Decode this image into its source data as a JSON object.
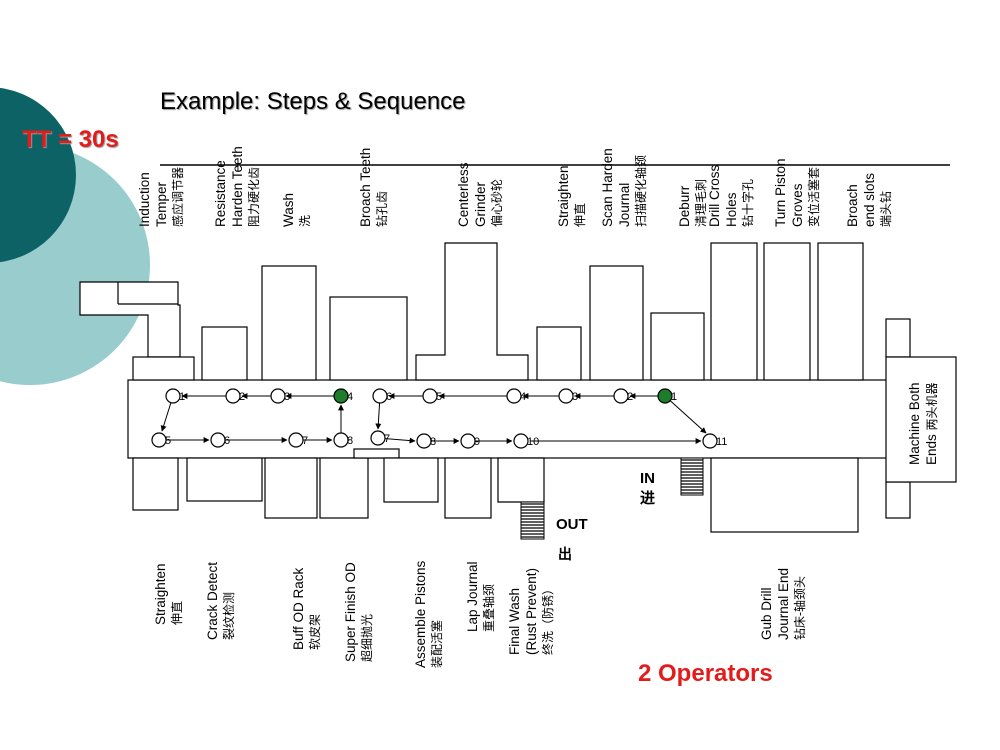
{
  "title": "Example: Steps & Sequence",
  "takt_time": "TT = 30s",
  "operators": "2 Operators",
  "in_label": {
    "en": "IN",
    "zh": "进"
  },
  "out_label": {
    "en": "OUT",
    "zh": "出"
  },
  "top_stations": [
    {
      "lines": [
        "Induction",
        "Temper"
      ],
      "zh": "感应调节器"
    },
    {
      "lines": [
        "Resistance",
        "Harden Teeth"
      ],
      "zh": "阻力硬化齿"
    },
    {
      "lines": [
        "Wash"
      ],
      "zh": "洗"
    },
    {
      "lines": [
        "Broach Teeth"
      ],
      "zh": "钻孔齿"
    },
    {
      "lines": [
        "Centerless",
        "Grinder"
      ],
      "zh": "偏心砂轮"
    },
    {
      "lines": [
        "Straighten"
      ],
      "zh": "伸直"
    },
    {
      "lines": [
        "Scan Harden",
        "Journal"
      ],
      "zh": "扫描硬化轴颈"
    },
    {
      "lines": [
        "Deburr"
      ],
      "zh": "清理毛刺"
    },
    {
      "lines": [
        "Drill Cross",
        "Holes"
      ],
      "zh": "钻十字孔"
    },
    {
      "lines": [
        "Turn Piston",
        "Groves"
      ],
      "zh": "变位活塞套"
    },
    {
      "lines": [
        "Broach",
        "end slots"
      ],
      "zh": "端头钻"
    }
  ],
  "bottom_stations": [
    {
      "lines": [
        "Straighten"
      ],
      "zh": "伸直"
    },
    {
      "lines": [
        "Crack Detect"
      ],
      "zh": "裂纹检测"
    },
    {
      "lines": [
        "Buff OD Rack"
      ],
      "zh": "软皮架"
    },
    {
      "lines": [
        "Super Finish OD"
      ],
      "zh": "超细抛光"
    },
    {
      "lines": [
        "Assemble Pistons"
      ],
      "zh": "装配活塞"
    },
    {
      "lines": [
        "Lap Journal"
      ],
      "zh": "重叠轴颈"
    },
    {
      "lines": [
        "Final Wash",
        "(Rust Prevent)"
      ],
      "zh": "终洗（防锈）"
    },
    {
      "lines": [
        "Gub Drill",
        "Journal End"
      ],
      "zh": "钻床-轴颈头"
    }
  ],
  "right_station": {
    "lines": [
      "Machine Both"
    ],
    "tail": "Ends",
    "zh": "两头机器"
  },
  "steps": [
    "1",
    "2",
    "3",
    "4",
    "5",
    "6",
    "7",
    "8",
    "9",
    "10",
    "11"
  ],
  "colors": {
    "accent_red": "#e41b1b",
    "teal_dark": "#0c6265",
    "teal_light": "#98cccd",
    "operator_green": "#1e7d2a"
  }
}
